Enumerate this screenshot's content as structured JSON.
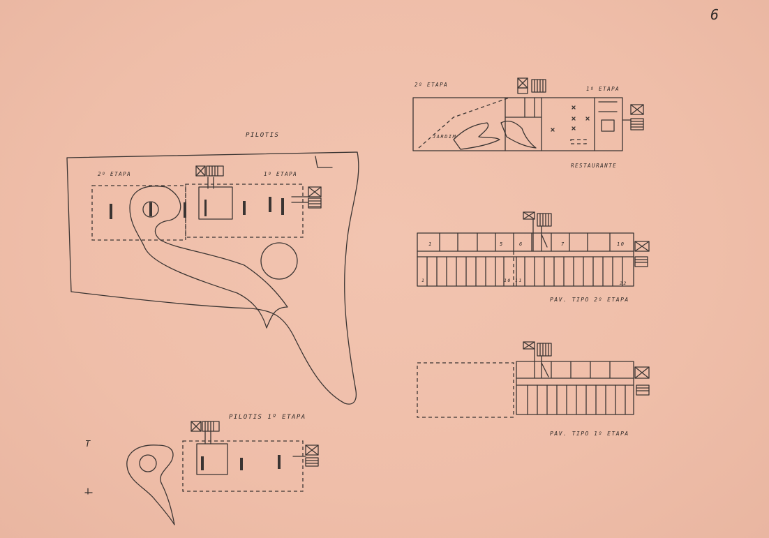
{
  "sheet": {
    "page_number": "6"
  },
  "labels": {
    "pilotis": "PILOTIS",
    "second_stage_plan": "2º ETAPA",
    "first_stage_plan": "1º ETAPA",
    "pilotis_first_stage": "PILOTIS 1º ETAPA",
    "restaurant_second_stage": "2º ETAPA",
    "restaurant_first_stage": "1º ETAPA",
    "jardim": "JARDIM",
    "restaurante": "RESTAURANTE",
    "pav_tipo_2": "PAV. TIPO  2º ETAPA",
    "pav_tipo_1": "PAV. TIPO  1º ETAPA",
    "north_mark": "T"
  },
  "room_numbers": {
    "upper": [
      "1",
      "5",
      "6",
      "7",
      "10"
    ],
    "lower": [
      "1",
      "10",
      "11",
      "22"
    ]
  },
  "colors": {
    "paper": "#efbea9",
    "ink": "#3a3432"
  }
}
